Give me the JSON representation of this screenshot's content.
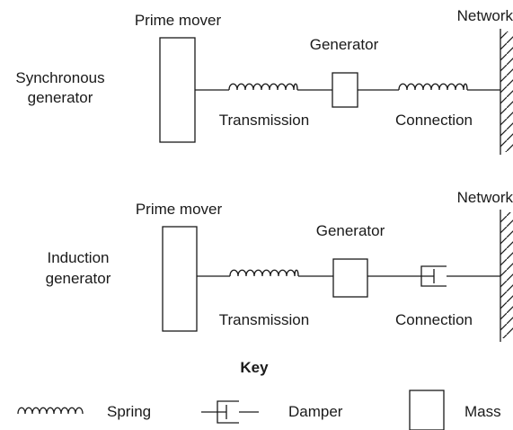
{
  "diagram_1": {
    "label_line1": "Synchronous",
    "label_line2": "generator",
    "prime_mover": "Prime mover",
    "generator": "Generator",
    "network": "Network",
    "transmission": "Transmission",
    "connection": "Connection"
  },
  "diagram_2": {
    "label_line1": "Induction",
    "label_line2": "generator",
    "prime_mover": "Prime mover",
    "generator": "Generator",
    "network": "Network",
    "transmission": "Transmission",
    "connection": "Connection"
  },
  "key": {
    "title": "Key",
    "spring": "Spring",
    "damper": "Damper",
    "mass": "Mass"
  }
}
